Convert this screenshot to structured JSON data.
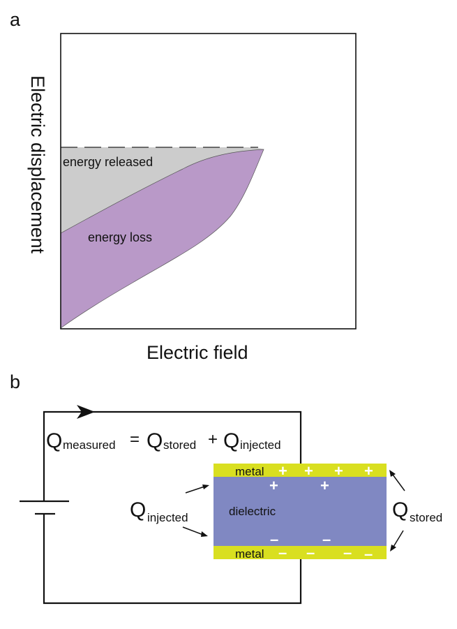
{
  "panel_a": {
    "label": "a",
    "xlabel": "Electric field",
    "ylabel": "Electric displacement",
    "regions": [
      {
        "name": "energy released",
        "label": "energy released",
        "color": "#cccccc"
      },
      {
        "name": "energy loss",
        "label": "energy loss",
        "color": "#b999c8"
      }
    ],
    "dashed_line": "maximum displacement level"
  },
  "panel_b": {
    "label": "b",
    "equation": {
      "q1": "Q",
      "sub1": "measured",
      "eq": "=",
      "q2": "Q",
      "sub2": "stored",
      "plus": "+",
      "q3": "Q",
      "sub3": "injected"
    },
    "injected_label": {
      "q": "Q",
      "sub": "injected"
    },
    "stored_label": {
      "q": "Q",
      "sub": "stored"
    },
    "metal_top": "metal",
    "metal_bottom": "metal",
    "dielectric": "dielectric",
    "plus": "+",
    "minus": "–",
    "colors": {
      "metal": "#d9df20",
      "dielectric": "#8088c2",
      "wire": "#111111"
    }
  },
  "chart_data": {
    "type": "area",
    "title": "",
    "xlabel": "Electric field",
    "ylabel": "Electric displacement",
    "grid": false,
    "ticks": "none",
    "series": [
      {
        "name": "energy released",
        "description": "grey area between discharge curve and max displacement (dashed line)"
      },
      {
        "name": "energy loss",
        "description": "purple hysteresis area between charge and discharge curves"
      }
    ]
  }
}
